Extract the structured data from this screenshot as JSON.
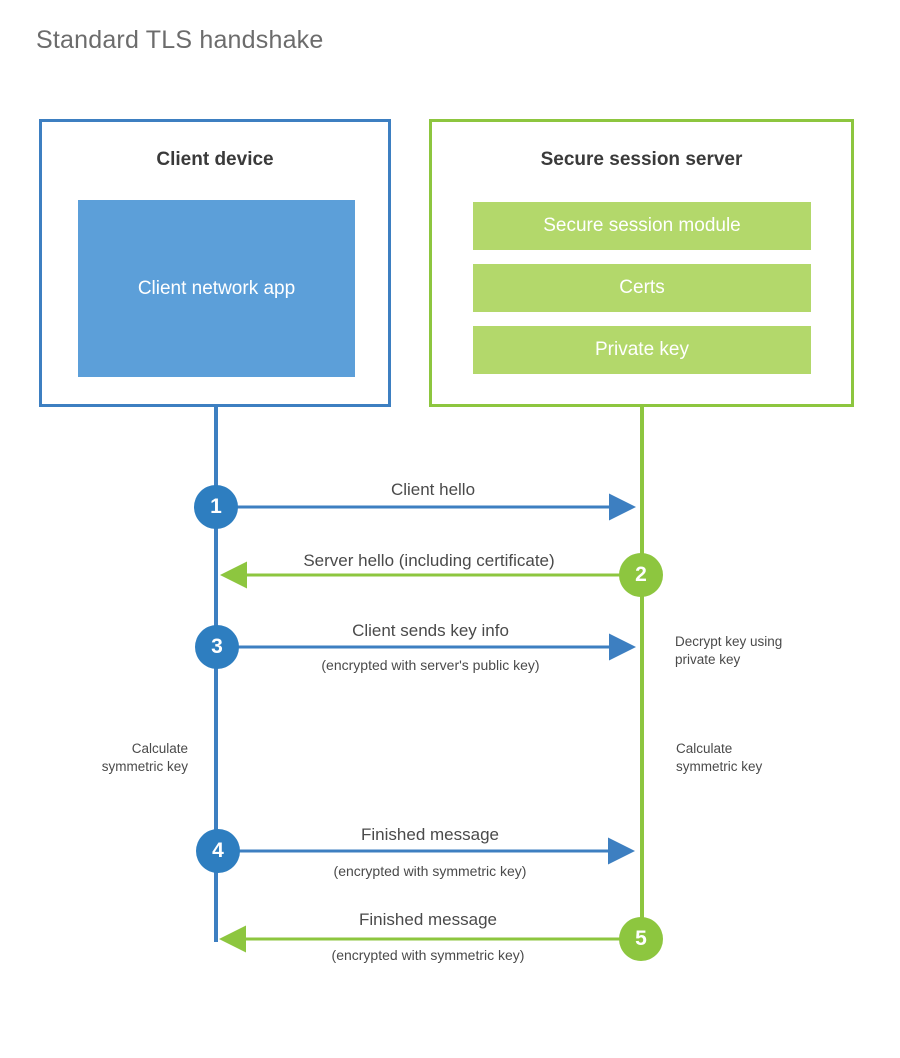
{
  "title": "Standard TLS handshake",
  "colors": {
    "client_border": "#3D7FC1",
    "client_fill": "#5C9FD9",
    "client_step": "#2E7EC0",
    "server_border": "#8DC63F",
    "server_fill": "#B3D86B",
    "server_step": "#8DC63F",
    "text": "#4a4a4a",
    "title_text": "#6c6c6c",
    "background": "#ffffff"
  },
  "client_panel": {
    "title": "Client device",
    "app_label": "Client network app"
  },
  "server_panel": {
    "title": "Secure session server",
    "bars": [
      {
        "label": "Secure session module"
      },
      {
        "label": "Certs"
      },
      {
        "label": "Private key"
      }
    ]
  },
  "messages": [
    {
      "number": "1",
      "label": "Client hello",
      "sub": "",
      "direction": "client-to-server",
      "color": "client"
    },
    {
      "number": "2",
      "label": "Server hello (including certificate)",
      "sub": "",
      "direction": "server-to-client",
      "color": "server"
    },
    {
      "number": "3",
      "label": "Client sends key info",
      "sub": "(encrypted with server's public key)",
      "direction": "client-to-server",
      "color": "client"
    },
    {
      "number": "4",
      "label": "Finished message",
      "sub": "(encrypted with symmetric key)",
      "direction": "client-to-server",
      "color": "client"
    },
    {
      "number": "5",
      "label": "Finished message",
      "sub": "(encrypted with symmetric key)",
      "direction": "server-to-client",
      "color": "server"
    }
  ],
  "notes": {
    "decrypt_key": "Decrypt key using\nprivate key",
    "decrypt_key_line1": "Decrypt key using",
    "decrypt_key_line2": "private key",
    "client_calc_line1": "Calculate",
    "client_calc_line2": "symmetric key",
    "server_calc_line1": "Calculate",
    "server_calc_line2": "symmetric key"
  }
}
